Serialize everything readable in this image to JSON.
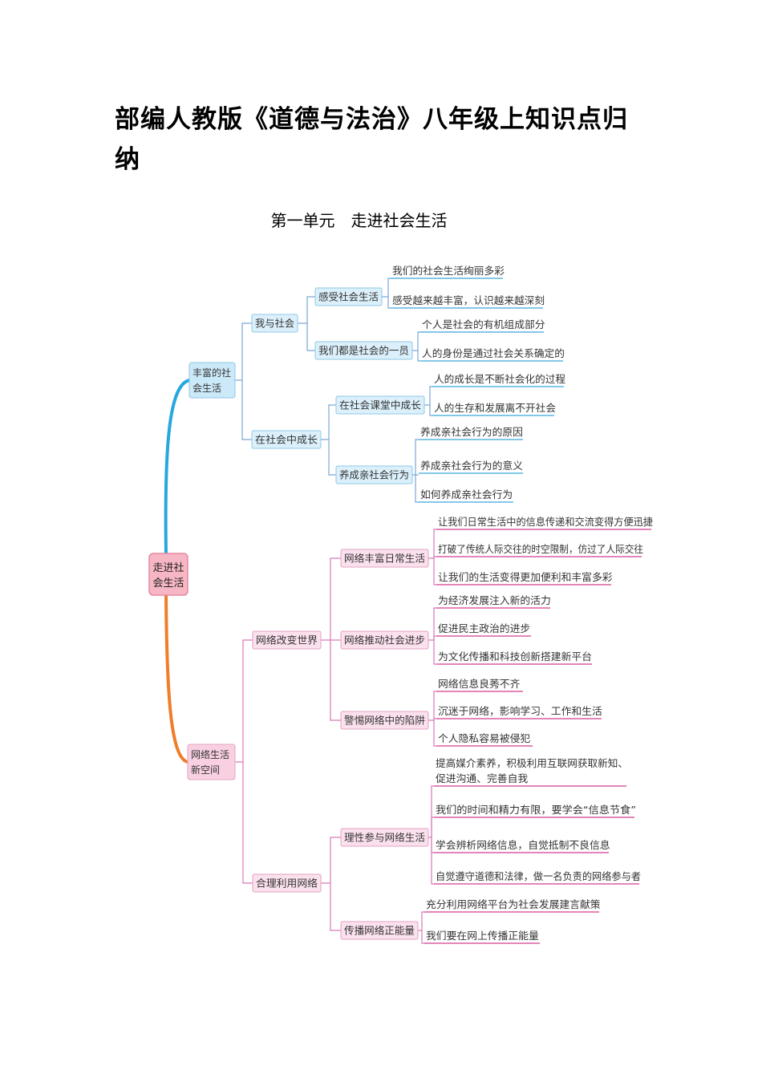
{
  "document": {
    "title": "部编人教版《道德与法治》八年级上知识点归纳",
    "unit_heading": "第一单元　走进社会生活"
  },
  "mindmap": {
    "root": "走进社会生活",
    "branches": [
      {
        "label": "丰富的社会生活",
        "children": [
          {
            "label": "我与社会",
            "children": [
              {
                "label": "感受社会生活",
                "leaves": [
                  "我们的社会生活绚丽多彩",
                  "感受越来越丰富，认识越来越深刻"
                ]
              },
              {
                "label": "我们都是社会的一员",
                "leaves": [
                  "个人是社会的有机组成部分",
                  "人的身份是通过社会关系确定的"
                ]
              }
            ]
          },
          {
            "label": "在社会中成长",
            "children": [
              {
                "label": "在社会课堂中成长",
                "leaves": [
                  "人的成长是不断社会化的过程",
                  "人的生存和发展离不开社会"
                ]
              },
              {
                "label": "养成亲社会行为",
                "leaves": [
                  "养成亲社会行为的原因",
                  "养成亲社会行为的意义",
                  "如何养成亲社会行为"
                ]
              }
            ]
          }
        ]
      },
      {
        "label": "网络生活新空间",
        "children": [
          {
            "label": "网络改变世界",
            "children": [
              {
                "label": "网络丰富日常生活",
                "leaves": [
                  "让我们日常生活中的信息传递和交流变得方便迅捷",
                  "打破了传统人际交往的时空限制，仿过了人际交往",
                  "让我们的生活变得更加便利和丰富多彩"
                ]
              },
              {
                "label": "网络推动社会进步",
                "leaves": [
                  "为经济发展注入新的活力",
                  "促进民主政治的进步",
                  "为文化传播和科技创新搭建新平台"
                ]
              },
              {
                "label": "警惕网络中的陷阱",
                "leaves": [
                  "网络信息良莠不齐",
                  "沉迷于网络，影响学习、工作和生活",
                  "个人隐私容易被侵犯"
                ]
              }
            ]
          },
          {
            "label": "合理利用网络",
            "children": [
              {
                "label": "理性参与网络生活",
                "leaves": [
                  "提高媒介素养，积极利用互联网获取新知、促进沟通、完善自我",
                  "我们的时间和精力有限，要学会“信息节食”",
                  "学会辨析网络信息，自觉抵制不良信息",
                  "自觉遵守道德和法律，做一名负责的网络参与者"
                ]
              },
              {
                "label": "传播网络正能量",
                "leaves": [
                  "充分利用网络平台为社会发展建言献策",
                  "我们要在网上传播正能量"
                ]
              }
            ]
          }
        ]
      }
    ]
  }
}
